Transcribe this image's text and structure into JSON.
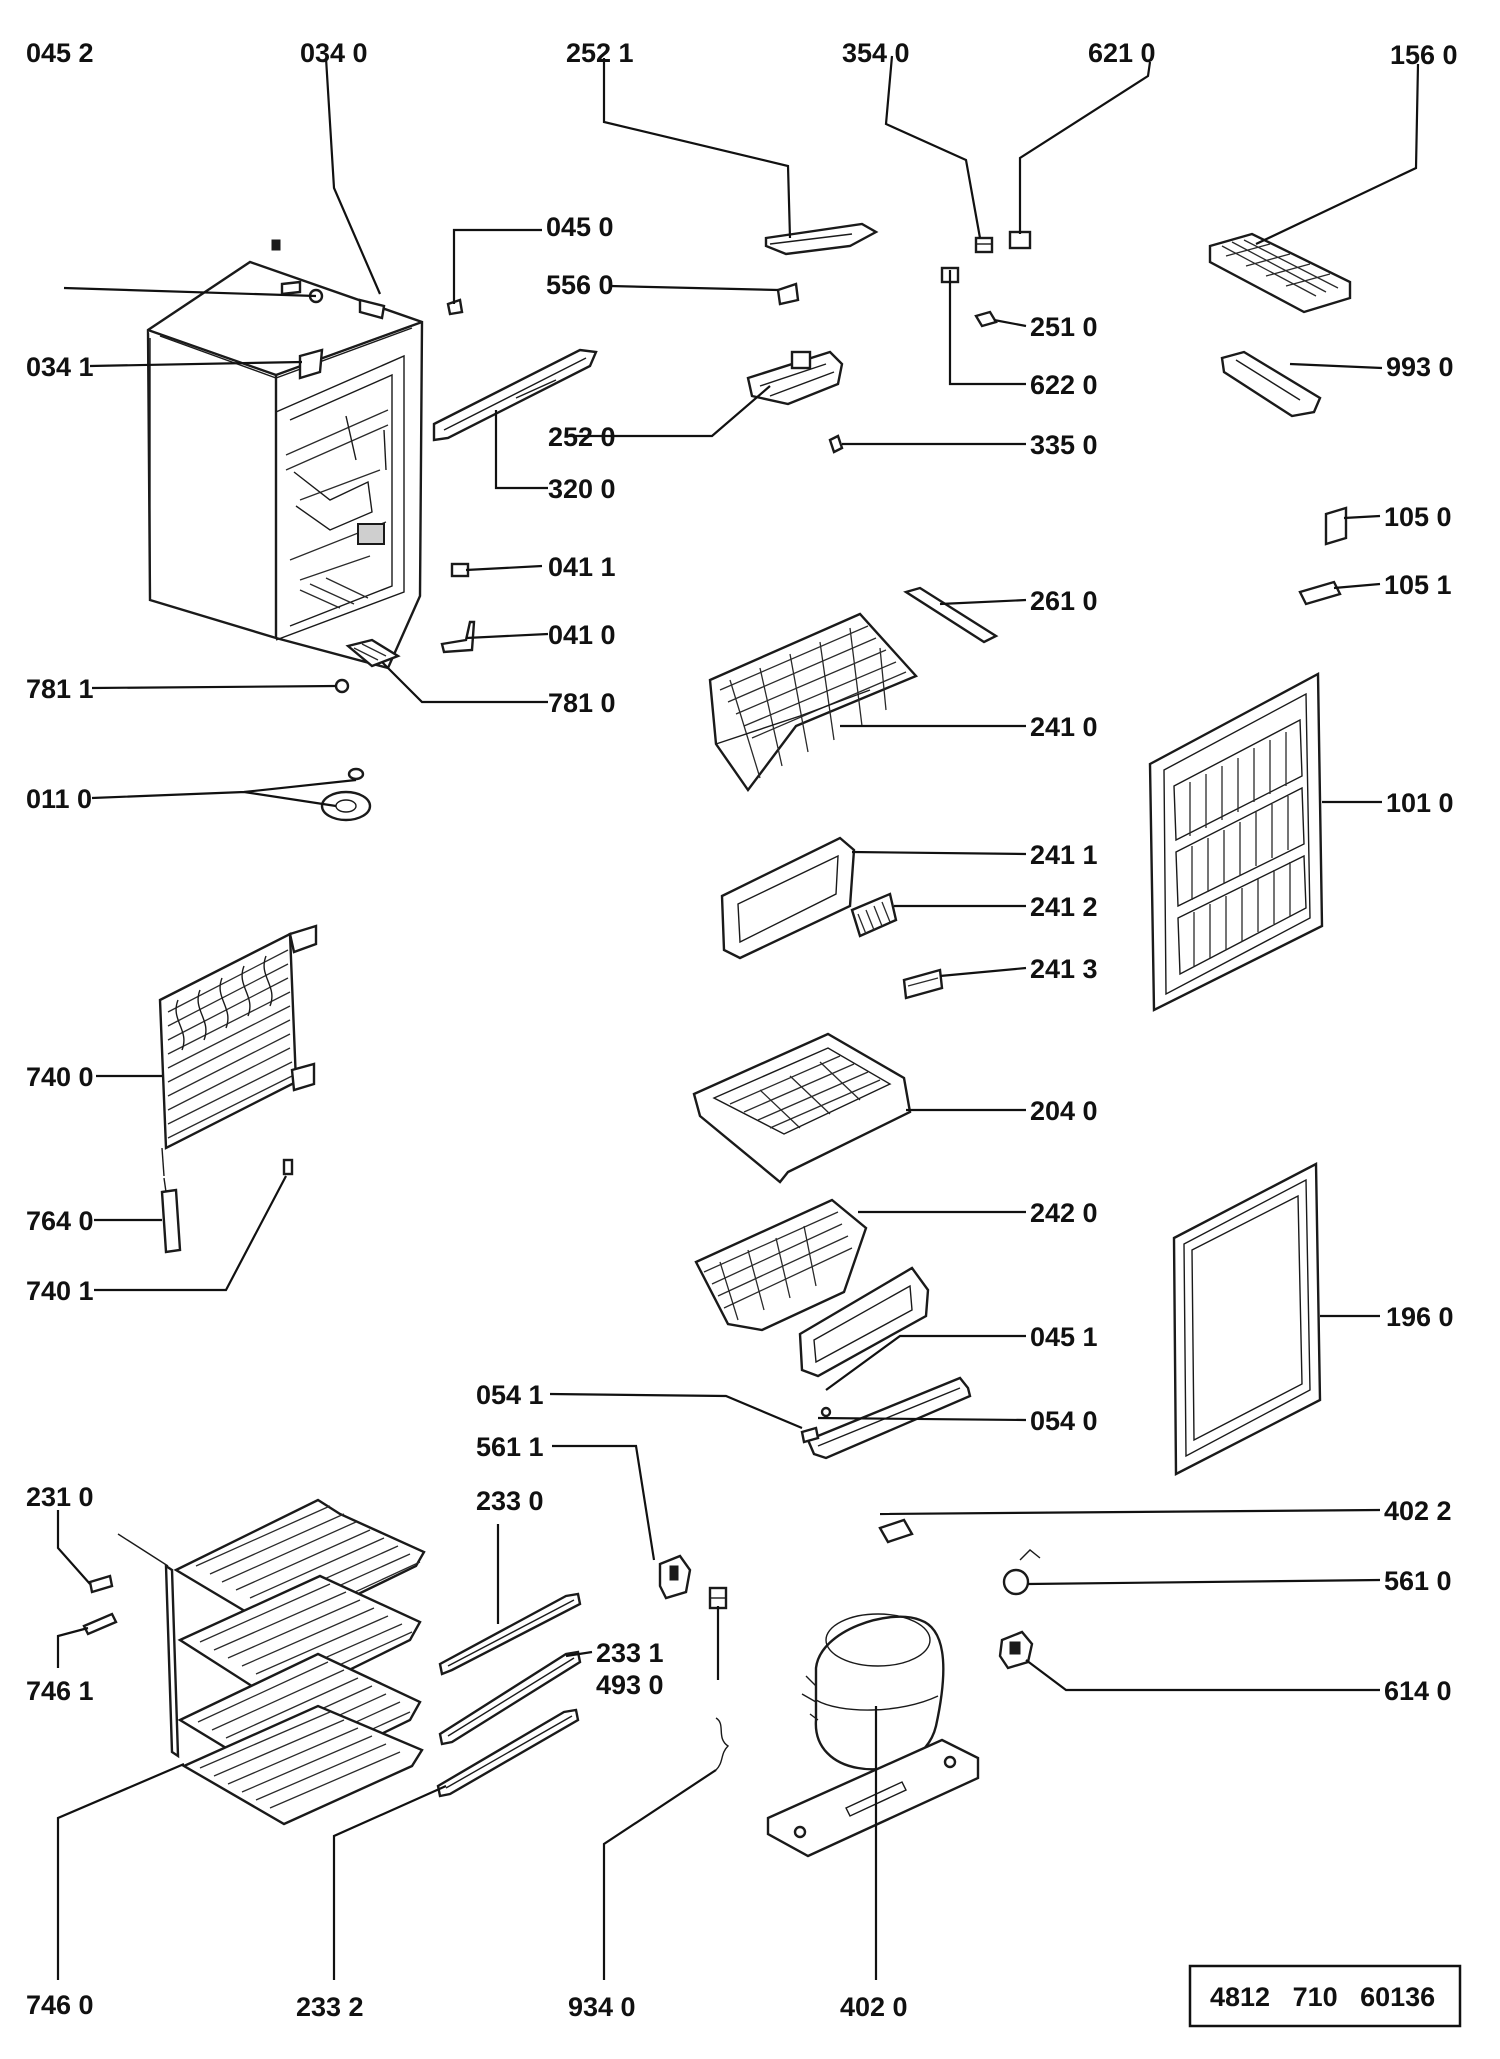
{
  "labels": {
    "l0452": "045 2",
    "l0340": "034 0",
    "l2521": "252 1",
    "l3540": "354 0",
    "l6210": "621 0",
    "l1560": "156 0",
    "l0450": "045 0",
    "l5560": "556 0",
    "l2510": "251 0",
    "l0341": "034 1",
    "l9930": "993 0",
    "l6220": "622 0",
    "l2520": "252 0",
    "l3350": "335 0",
    "l3200": "320 0",
    "l1050": "105 0",
    "l0411": "041 1",
    "l1051": "105 1",
    "l2610": "261 0",
    "l0410": "041 0",
    "l7811": "781 1",
    "l7810": "781 0",
    "l2410": "241 0",
    "l0110": "011 0",
    "l1010": "101 0",
    "l2411": "241 1",
    "l2412": "241 2",
    "l2413": "241 3",
    "l7400": "740 0",
    "l2040": "204 0",
    "l2420": "242 0",
    "l7640": "764 0",
    "l7401": "740 1",
    "l1960": "196 0",
    "l0451": "045 1",
    "l0541": "054 1",
    "l0540": "054 0",
    "l5611": "561 1",
    "l2310": "231 0",
    "l2330": "233 0",
    "l4022": "402 2",
    "l2331": "233 1",
    "l5610": "561 0",
    "l4930": "493 0",
    "l7461": "746 1",
    "l6140": "614 0",
    "l7460": "746 0",
    "l2332": "233 2",
    "l9340": "934 0",
    "l4020": "402 0"
  },
  "doc_number": "4812   710   60136"
}
